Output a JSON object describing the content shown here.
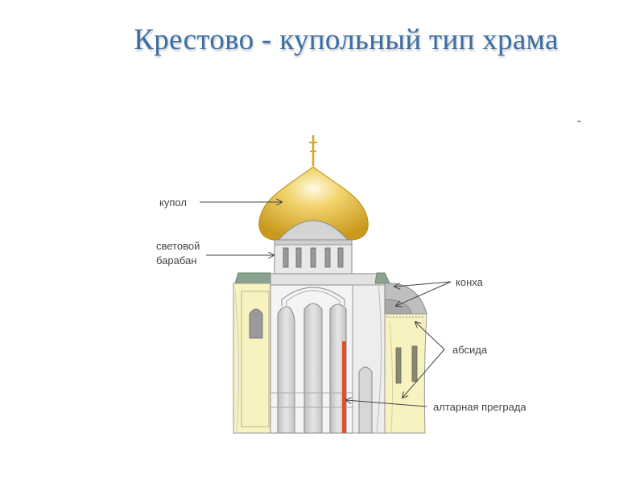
{
  "title": "Крестово - купольный тип храма",
  "labels": {
    "dome": "купол",
    "drum_line1": "световой",
    "drum_line2": "барабан",
    "concha": "конха",
    "apse": "абсида",
    "altar_barrier": "алтарная преграда"
  },
  "colors": {
    "title": "#3a6ea5",
    "dome_gold": "#e8c24a",
    "wall_yellow": "#f7f2bf",
    "stone_gray": "#d9d9d9",
    "roof_green": "#8aa38f",
    "barrier_red": "#e0502a"
  }
}
